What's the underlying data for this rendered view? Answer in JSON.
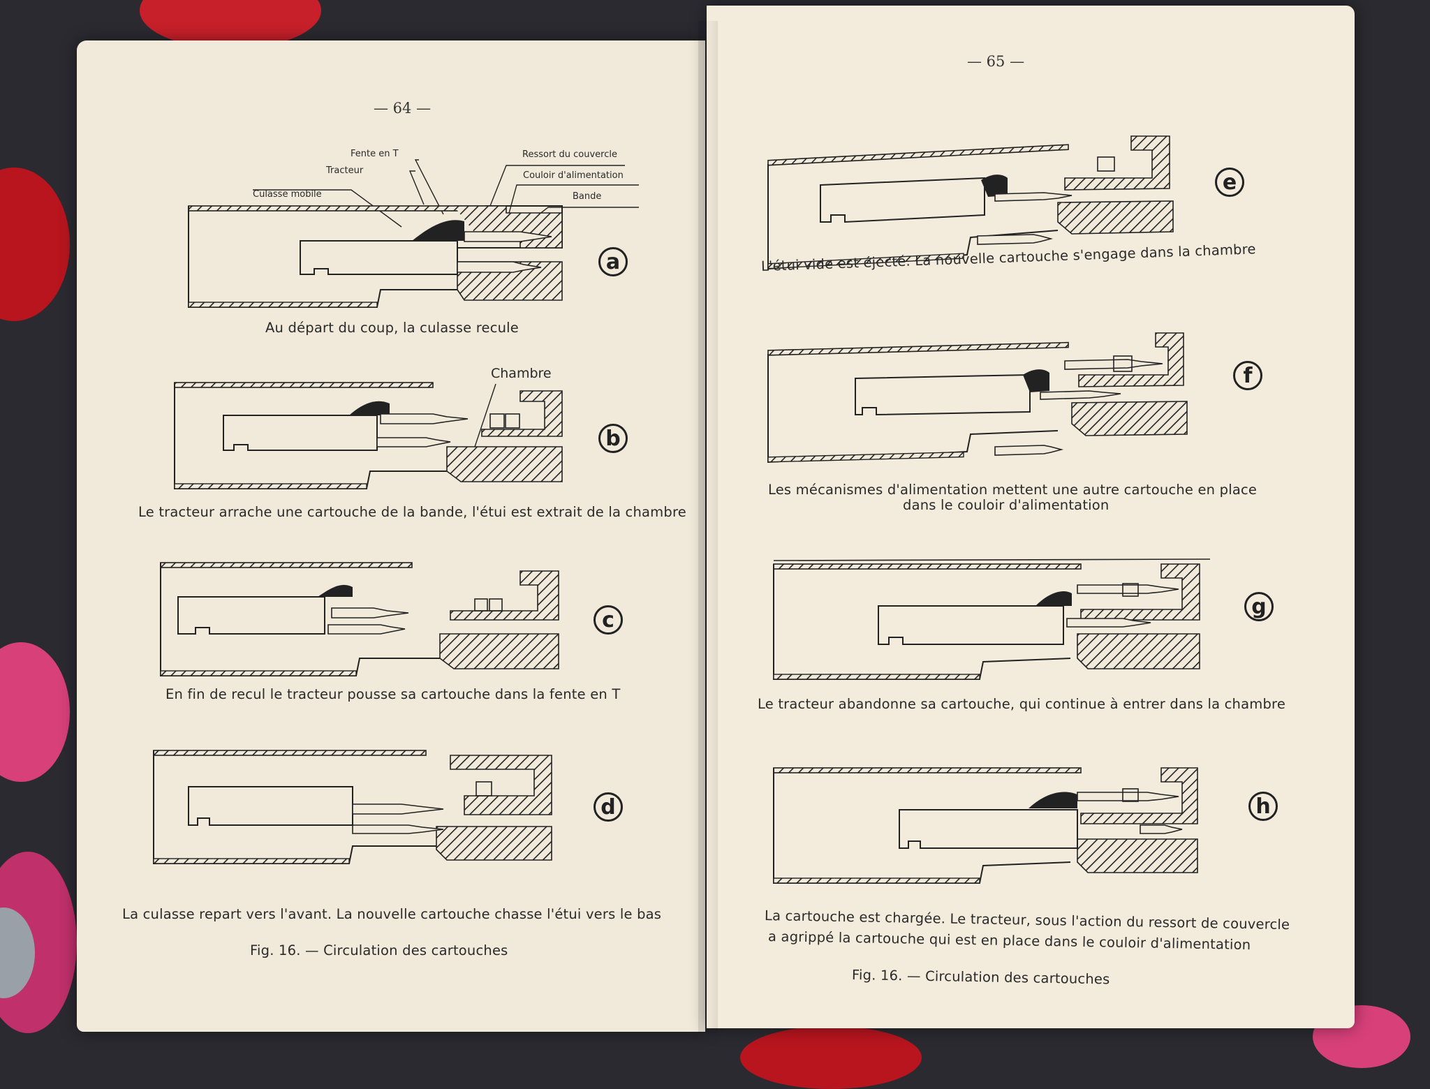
{
  "left_page": {
    "page_number": "— 64 —",
    "labels": {
      "fente": "Fente en T",
      "tracteur": "Tracteur",
      "culasse": "Culasse mobile",
      "ressort": "Ressort du couvercle",
      "couloir": "Couloir d'alimentation",
      "bande": "Bande",
      "chambre": "Chambre"
    },
    "figures": [
      {
        "letter": "a",
        "caption": "Au départ du coup, la culasse recule"
      },
      {
        "letter": "b",
        "caption": "Le tracteur arrache une cartouche de la bande, l'étui est extrait de la chambre"
      },
      {
        "letter": "c",
        "caption": "En fin de recul le tracteur pousse sa cartouche dans la fente en T"
      },
      {
        "letter": "d",
        "caption": "La culasse repart vers l'avant. La nouvelle cartouche chasse l'étui vers le bas"
      }
    ],
    "fig_title": "Fig. 16. — Circulation des cartouches"
  },
  "right_page": {
    "page_number": "— 65 —",
    "figures": [
      {
        "letter": "e",
        "caption": "L'étui vide est éjecté. La nouvelle cartouche s'engage dans la chambre"
      },
      {
        "letter": "f",
        "caption_line1": "Les mécanismes d'alimentation mettent une autre cartouche en place",
        "caption_line2": "dans le couloir d'alimentation"
      },
      {
        "letter": "g",
        "caption": "Le tracteur abandonne sa cartouche, qui continue à entrer dans la chambre"
      },
      {
        "letter": "h",
        "caption_line1": "La cartouche est chargée. Le tracteur, sous l'action du ressort de couvercle",
        "caption_line2": "a agrippé la cartouche qui est en place dans le couloir d'alimentation"
      }
    ],
    "fig_title": "Fig. 16. — Circulation des cartouches"
  },
  "colors": {
    "background": "#2a2a30",
    "paper": "#f1eadb",
    "ink": "#222222",
    "accent_red": "#c8202a",
    "accent_pink": "#e0508a"
  }
}
